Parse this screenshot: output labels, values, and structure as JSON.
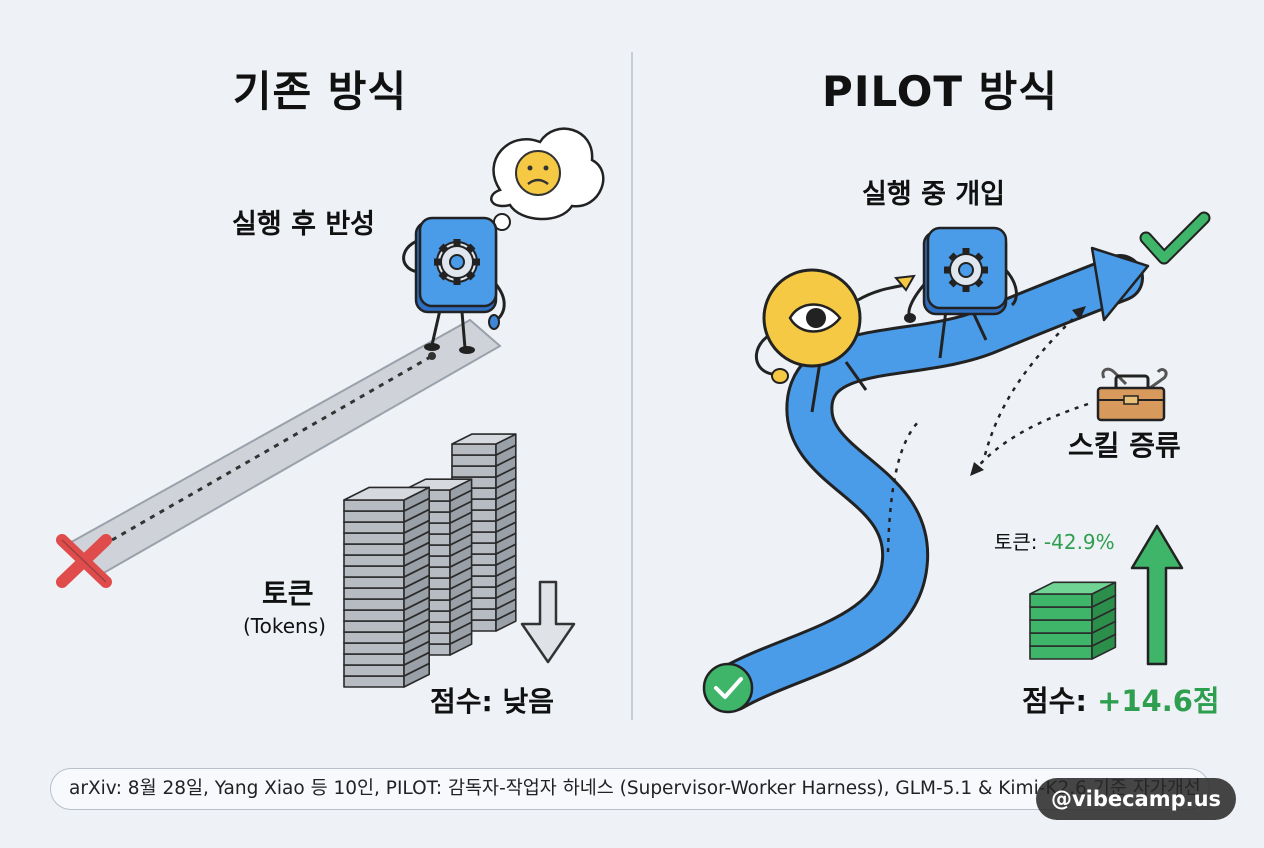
{
  "left": {
    "title": "기존 방식",
    "reflection_label": "실행 후 반성",
    "tokens_label": "토큰",
    "tokens_sublabel": "(Tokens)",
    "score_label": "점수: 낮음"
  },
  "right": {
    "title": "PILOT 방식",
    "intervention_label": "실행 중 개입",
    "skill_label": "스킬 증류",
    "tokens_prefix": "토큰: ",
    "tokens_value": "-42.9%",
    "score_prefix": "점수: ",
    "score_value": "+14.6점"
  },
  "footer": {
    "text": "arXiv: 8월 28일, Yang Xiao 등 10인, PILOT: 감독자-작업자 하네스 (Supervisor-Worker Harness), GLM-5.1 & Kimi-K2.6 기준 자가개선"
  },
  "watermark": "@vibecamp.us",
  "colors": {
    "background": "#eef2f7",
    "path_blue": "#4a9be8",
    "success_green": "#2e9e4f",
    "fail_red": "#e04b4b",
    "gear_blue": "#3f86d8",
    "eye_yellow": "#f6c945"
  },
  "icons": [
    "cross-icon",
    "sad-face-icon",
    "gear-icon",
    "eye-icon",
    "check-icon",
    "toolbox-icon",
    "down-arrow-icon",
    "up-arrow-icon"
  ]
}
